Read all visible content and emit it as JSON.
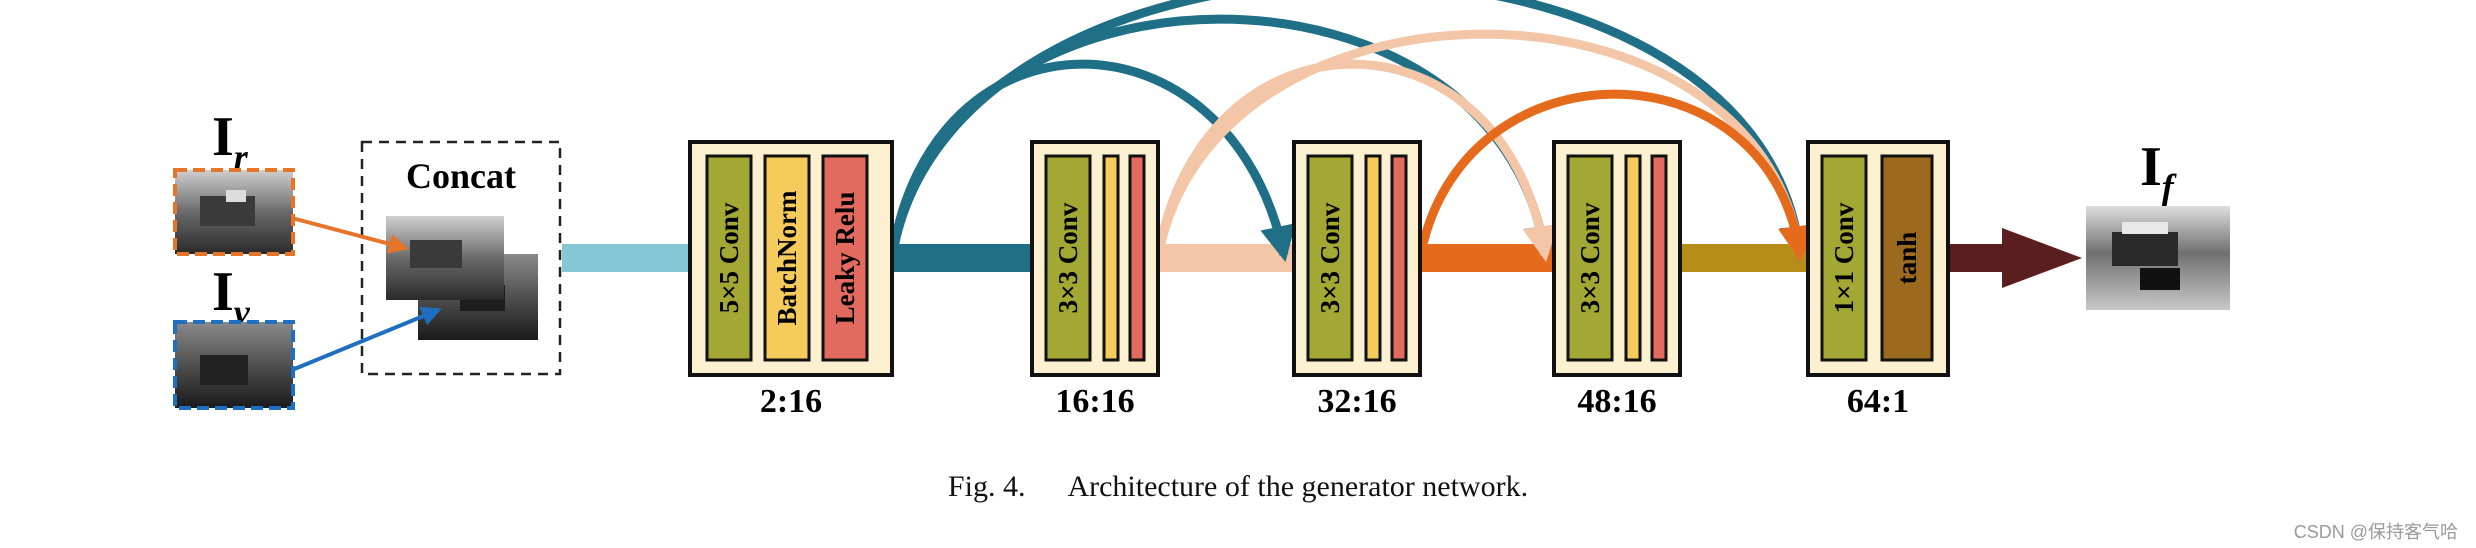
{
  "inputs": {
    "ir_label": "I",
    "ir_sub": "r",
    "iv_label": "I",
    "iv_sub": "v",
    "concat_label": "Concat"
  },
  "output": {
    "label": "I",
    "sub": "f"
  },
  "blocks": [
    {
      "id": "block1",
      "ratio": "2:16",
      "layers": [
        "5×5 Conv",
        "BatchNorm",
        "Leaky Relu"
      ]
    },
    {
      "id": "block2",
      "ratio": "16:16",
      "layers": [
        "3×3 Conv",
        "",
        ""
      ]
    },
    {
      "id": "block3",
      "ratio": "32:16",
      "layers": [
        "3×3 Conv",
        "",
        ""
      ]
    },
    {
      "id": "block4",
      "ratio": "48:16",
      "layers": [
        "3×3 Conv",
        "",
        ""
      ]
    },
    {
      "id": "block5",
      "ratio": "64:1",
      "layers": [
        "1×1 Conv",
        "tanh"
      ]
    }
  ],
  "caption": {
    "number": "Fig. 4.",
    "text": "Architecture of the generator network."
  },
  "watermark": "CSDN @保持客气哈",
  "colors": {
    "conv": "#a3a834",
    "batchnorm": "#f5cb5c",
    "relu": "#e26a5f",
    "tanh": "#9c6a1e",
    "block_bg": "#fbf1d0",
    "skip_teal": "#1f6f87",
    "skip_peach": "#f4c6a8",
    "skip_orange": "#e66a1c",
    "link_gold": "#b78d1a",
    "input_link": "#86c7d6",
    "output_arrow": "#5a1e1e",
    "ir_border": "#e8742a",
    "iv_border": "#1f6fc0"
  },
  "icons": {
    "ir_arrow": "arrow-right",
    "iv_arrow": "arrow-right",
    "output_arrow": "arrow-right-thick"
  }
}
